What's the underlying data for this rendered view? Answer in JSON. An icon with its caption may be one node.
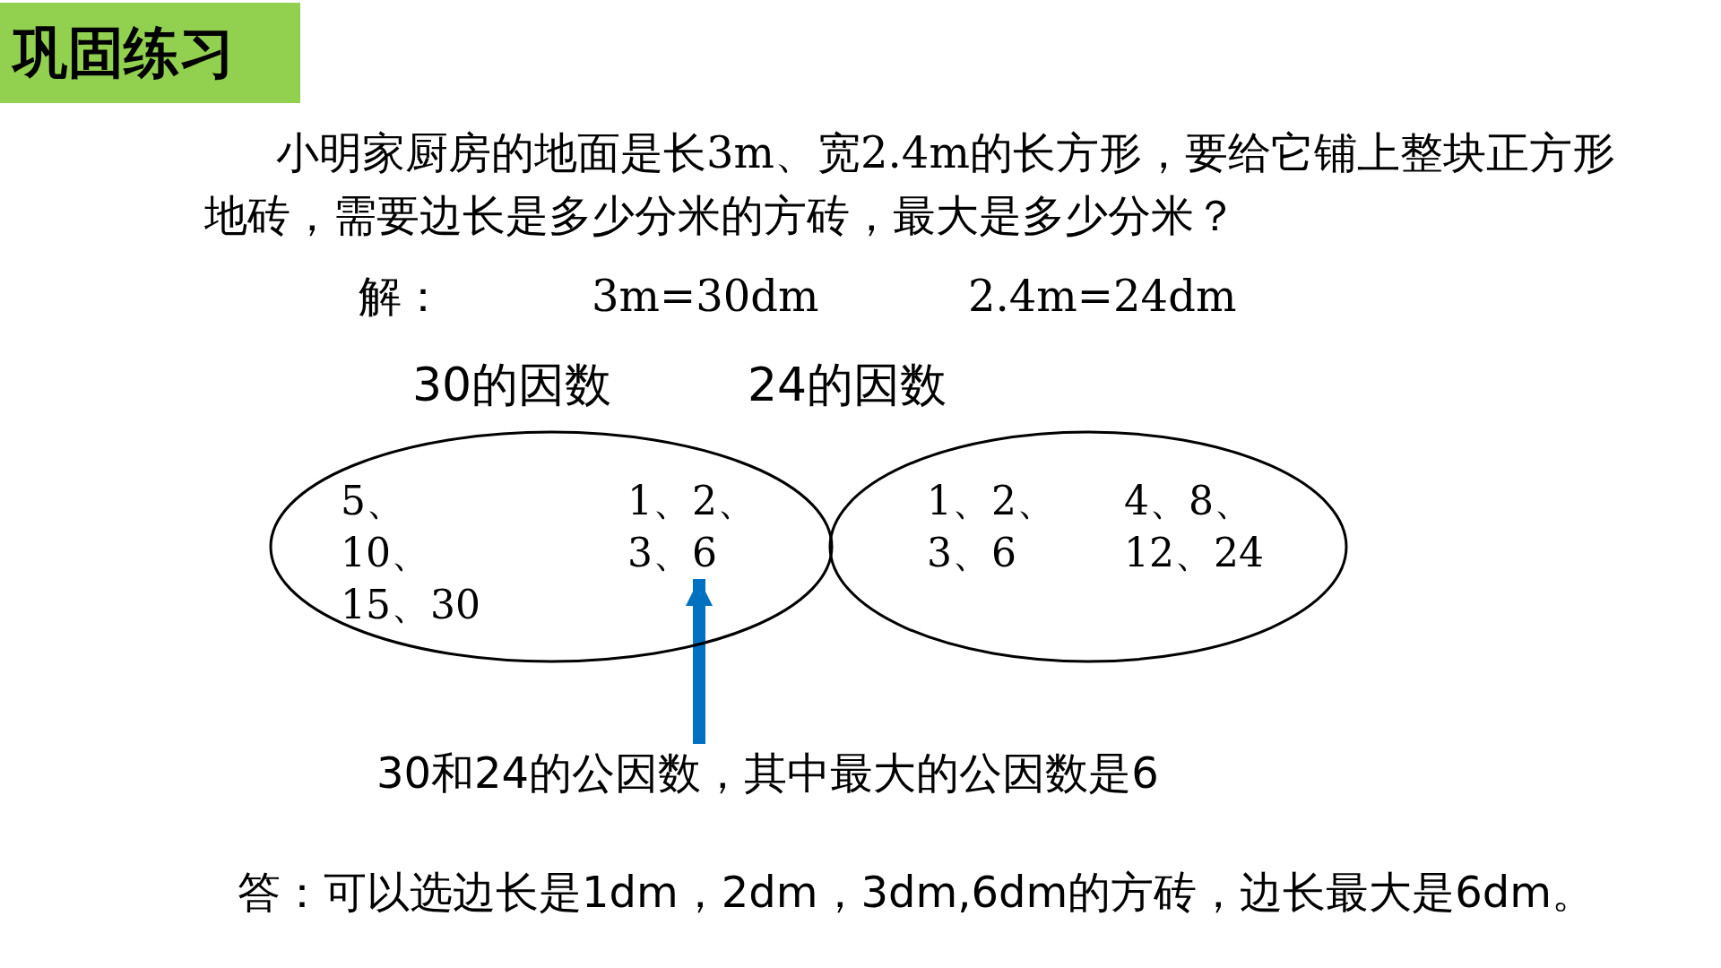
{
  "diagram": {
    "title": "巩固练习",
    "nodes": [
      {
        "text": [
          "30的因数"
        ]
      },
      {
        "text": [
          "5、10、15、30"
        ],
        "in": 0
      },
      {
        "text": [
          "1、2、3、6"
        ],
        "in": 0
      },
      {
        "text": [
          "24的因数"
        ]
      },
      {
        "text": [
          "1、2、3、6"
        ],
        "in": 3
      },
      {
        "text": [
          "4、8、12、24"
        ],
        "in": 3
      },
      {
        "text": [
          "30和24的公因数，其中最大的公因数是6"
        ]
      }
    ],
    "edges": [
      {
        "from": 6,
        "to": 2,
        "arrow": "to",
        "color": "#0070c0"
      }
    ],
    "labels": [
      "小明家厨房的地面是长3m、宽2.4m的长方形，要给它铺上整块正方形地砖，需要边长是多少分米的方砖，最大是多少分米？",
      "解：",
      "3m=30dm",
      "2.4m=24dm",
      "答：可以选边长是1dm，2dm，3dm,6dm的方砖，边长最大是6dm。"
    ]
  }
}
